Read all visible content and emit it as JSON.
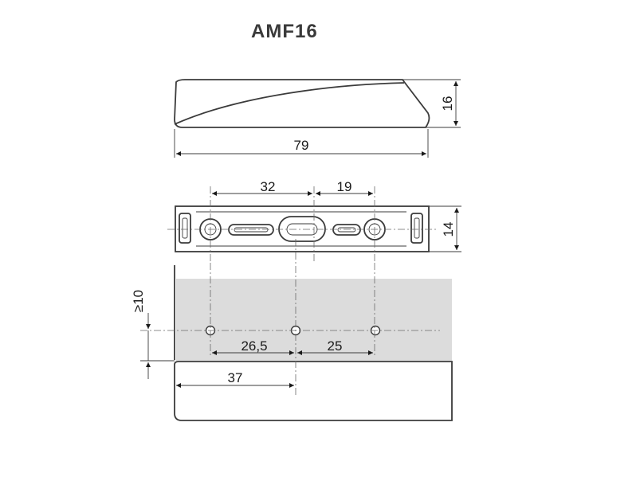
{
  "title": "AMF16",
  "dimensions": {
    "height": "16",
    "length": "79",
    "hole_spacing_1": "32",
    "hole_spacing_2": "19",
    "width": "14",
    "edge_distance": "≥10",
    "drill_spacing_1": "26,5",
    "drill_spacing_2": "25",
    "offset": "37"
  },
  "colors": {
    "line": "#3b3b3b",
    "panel": "#dcdcdc",
    "background": "#ffffff"
  }
}
